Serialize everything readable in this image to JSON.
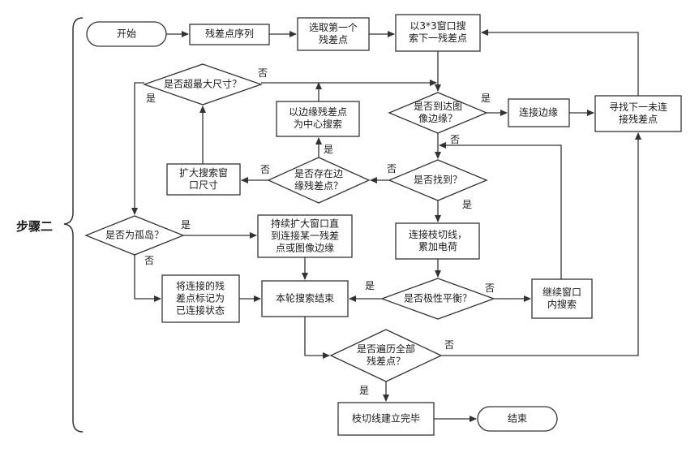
{
  "side_label": "步骤二",
  "nodes": {
    "start": "开始",
    "residual_seq": "残差点序列",
    "select_first": "选取第一个\n残差点",
    "search_next": "以3*3窗口搜\n索下一残差点",
    "is_max_size": "是否超最大尺寸？",
    "reach_edge": "是否到达图\n像边缘？",
    "connect_edge": "连接边缘",
    "find_next_unconnected": "寻找下一未连\n接残差点",
    "center_search": "以边缘残差点\n为中心搜索",
    "expand_window": "扩大搜索窗\n口尺寸",
    "edge_residual_exists": "是否存在边\n缘残差点？",
    "found": "是否找到？",
    "is_island": "是否为孤岛？",
    "keep_expand": "持续扩大窗口直\n到连接某一残差\n点或图像边缘",
    "connect_branch_cut": "连接枝切线，\n累加电荷",
    "mark_connected": "将连接的残\n差点标记为\n已连接状态",
    "round_end": "本轮搜索结束",
    "polarity_balance": "是否极性平衡？",
    "continue_window": "继续窗口\n内搜索",
    "traversed_all": "是否遍历全部\n残差点？",
    "build_complete": "枝切线建立完毕",
    "end": "结束"
  },
  "edge_labels": {
    "max_no": "否",
    "max_yes": "是",
    "edge_yes": "是",
    "edge_no": "否",
    "center_yes": "是",
    "exists_no": "否",
    "found_no": "否",
    "found_yes": "是",
    "island_yes": "是",
    "island_no": "否",
    "polarity_yes": "是",
    "polarity_no": "否",
    "traverse_no": "否",
    "traverse_yes": "是"
  }
}
